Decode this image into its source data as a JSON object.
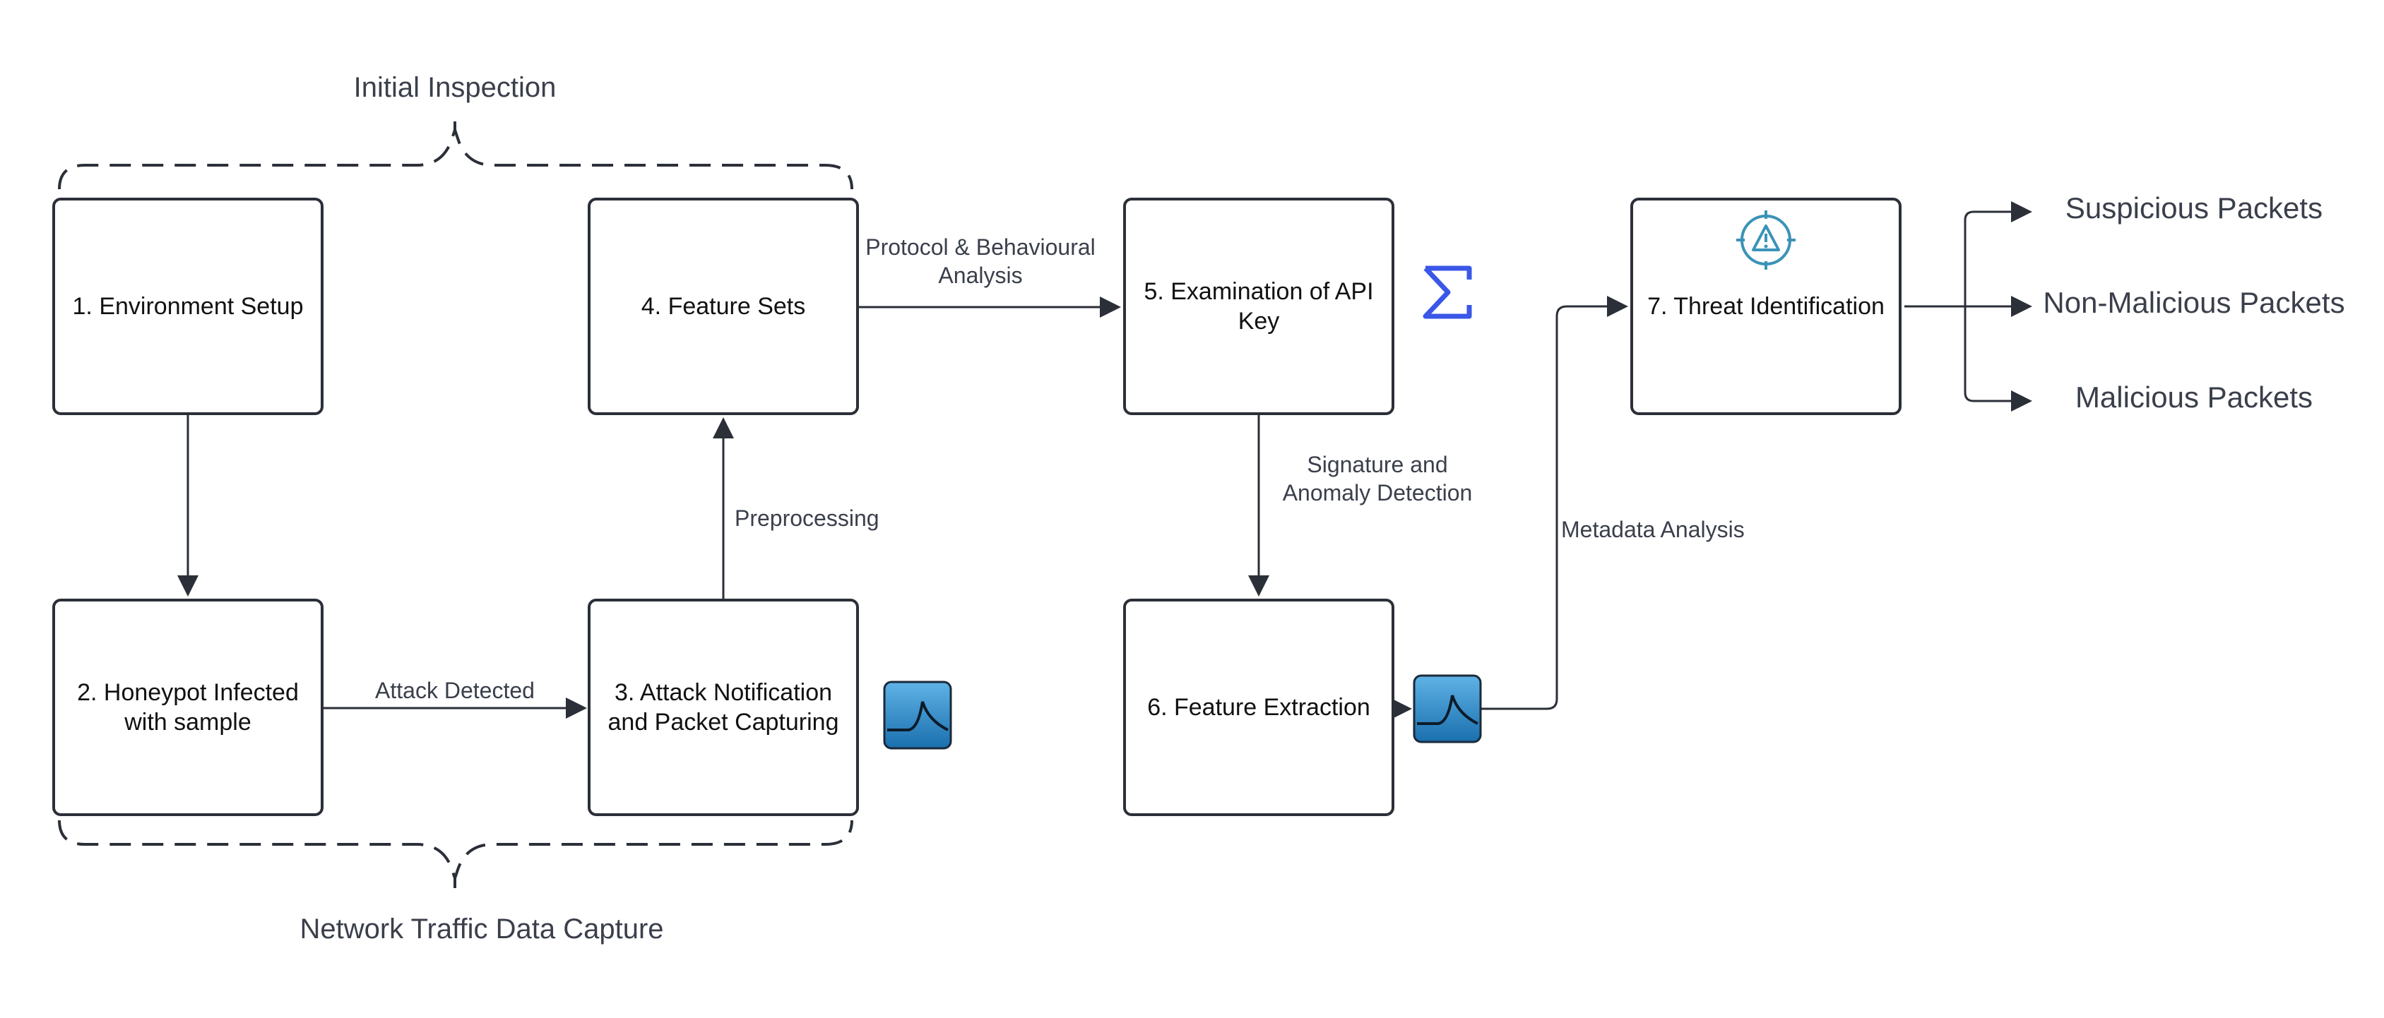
{
  "braces": {
    "top_label": "Initial Inspection",
    "bottom_label": "Network Traffic Data Capture"
  },
  "nodes": {
    "n1": "1. Environment Setup",
    "n2": "2. Honeypot Infected with sample",
    "n3": "3. Attack Notification and Packet Capturing",
    "n4": "4. Feature Sets",
    "n5": "5. Examination of API Key",
    "n6": "6. Feature Extraction",
    "n7": "7. Threat Identification"
  },
  "edges": {
    "e2_3": "Attack Detected",
    "e3_4": "Preprocessing",
    "e4_5": "Protocol & Behavioural Analysis",
    "e5_6": "Signature and Anomaly Detection",
    "e6_7": "Metadata Analysis"
  },
  "outputs": {
    "suspicious": "Suspicious Packets",
    "non_malicious": "Non-Malicious Packets",
    "malicious": "Malicious Packets"
  },
  "icons": {
    "wireshark_a": "wireshark-fin-icon",
    "wireshark_b": "wireshark-fin-icon",
    "sigma": "sigma-icon",
    "threat": "warning-target-icon"
  },
  "colors": {
    "stroke": "#2b2f38",
    "text": "#3a3f4b",
    "wireshark_blue": "#1f7fc0",
    "sigma_blue": "#3a57e8",
    "threat_teal": "#3a93b8"
  }
}
